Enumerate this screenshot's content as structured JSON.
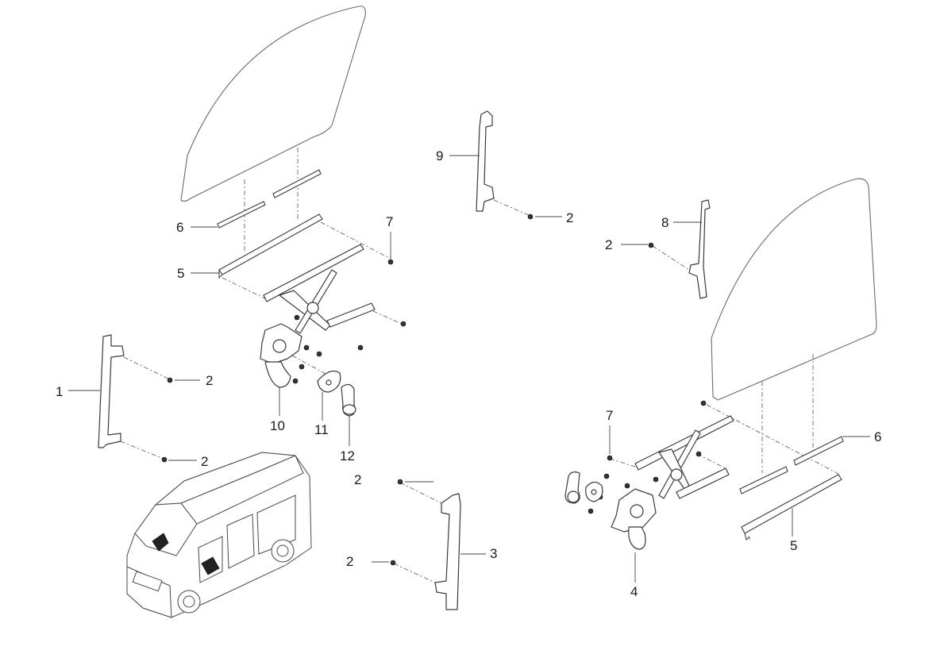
{
  "callouts": {
    "n1": "1",
    "n2": "2",
    "n3": "3",
    "n4": "4",
    "n5": "5",
    "n6": "6",
    "n7": "7",
    "n8": "8",
    "n9": "9",
    "n10": "10",
    "n11": "11",
    "n12": "12"
  }
}
